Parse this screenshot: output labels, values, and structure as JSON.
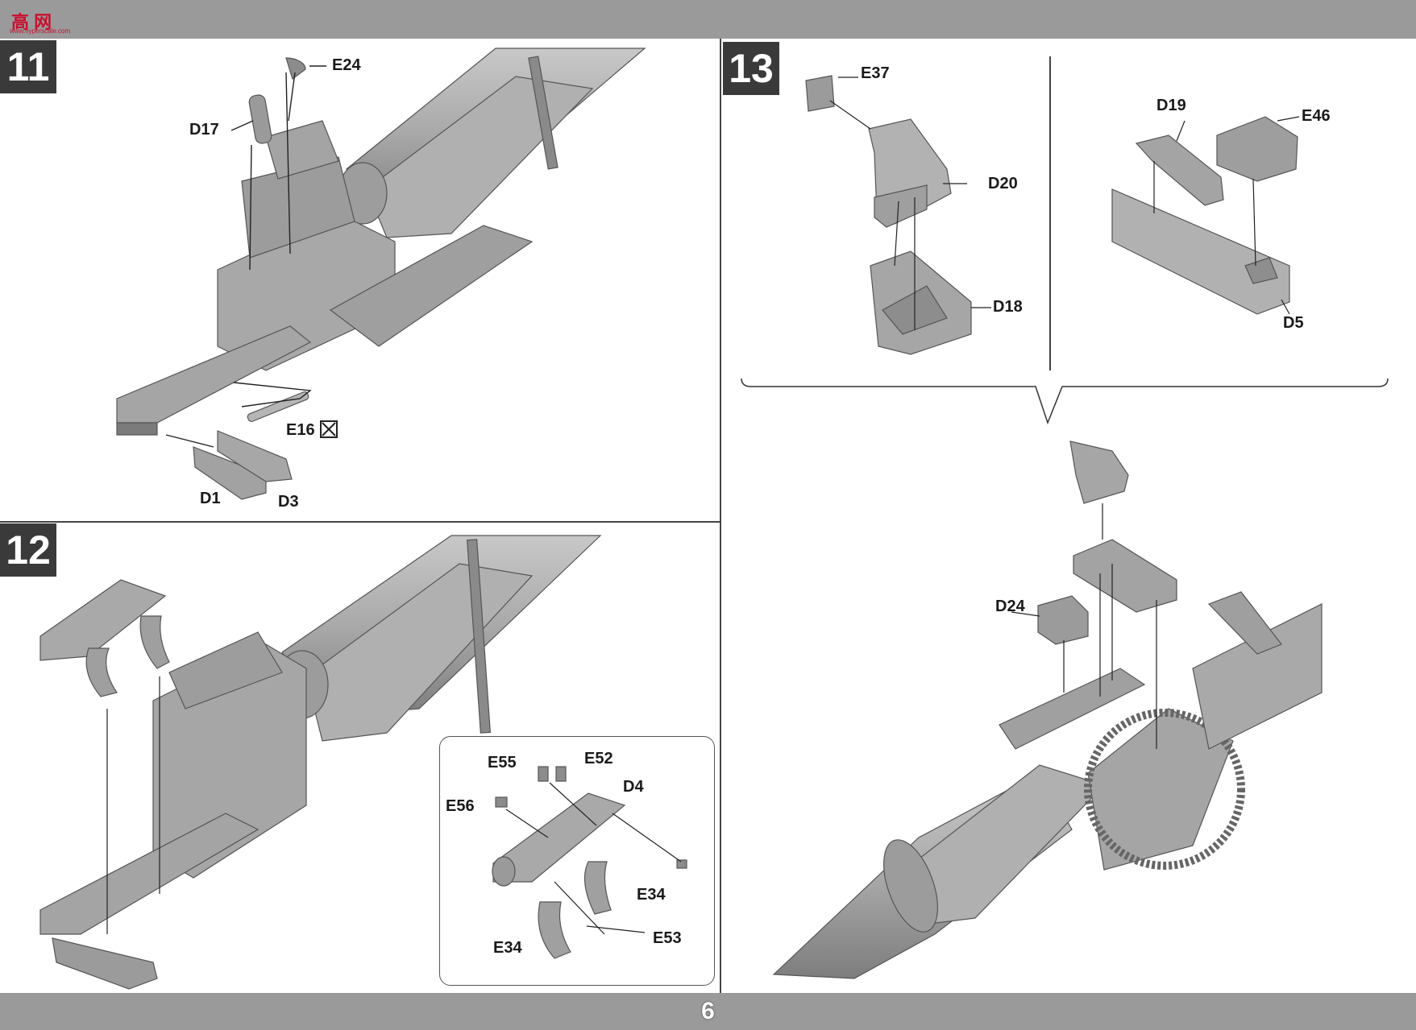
{
  "header": {
    "logo_text": "高 网",
    "logo_subtext": "www.hyperscale.com"
  },
  "footer": {
    "page_number": "6"
  },
  "steps": [
    {
      "number": "11",
      "labels": [
        {
          "id": "E24",
          "text": "E24"
        },
        {
          "id": "D17",
          "text": "D17"
        },
        {
          "id": "E16",
          "text": "E16"
        },
        {
          "id": "D1",
          "text": "D1"
        },
        {
          "id": "D3",
          "text": "D3"
        }
      ]
    },
    {
      "number": "12",
      "labels": [
        {
          "id": "E55",
          "text": "E55"
        },
        {
          "id": "E52",
          "text": "E52"
        },
        {
          "id": "D4",
          "text": "D4"
        },
        {
          "id": "E56",
          "text": "E56"
        },
        {
          "id": "E34a",
          "text": "E34"
        },
        {
          "id": "E34b",
          "text": "E34"
        },
        {
          "id": "E53",
          "text": "E53"
        }
      ]
    },
    {
      "number": "13",
      "labels": [
        {
          "id": "E37",
          "text": "E37"
        },
        {
          "id": "D20",
          "text": "D20"
        },
        {
          "id": "D18",
          "text": "D18"
        },
        {
          "id": "D19",
          "text": "D19"
        },
        {
          "id": "E46",
          "text": "E46"
        },
        {
          "id": "D5",
          "text": "D5"
        },
        {
          "id": "D24",
          "text": "D24"
        }
      ]
    }
  ],
  "colors": {
    "part_fill": "#b3b3b3",
    "part_shade": "#8f8f8f",
    "part_dark": "#6e6e6e",
    "badge": "#3a3a3a",
    "bar": "#9a9a9a"
  },
  "icons": {
    "cement_marker": "no-glue-icon"
  }
}
